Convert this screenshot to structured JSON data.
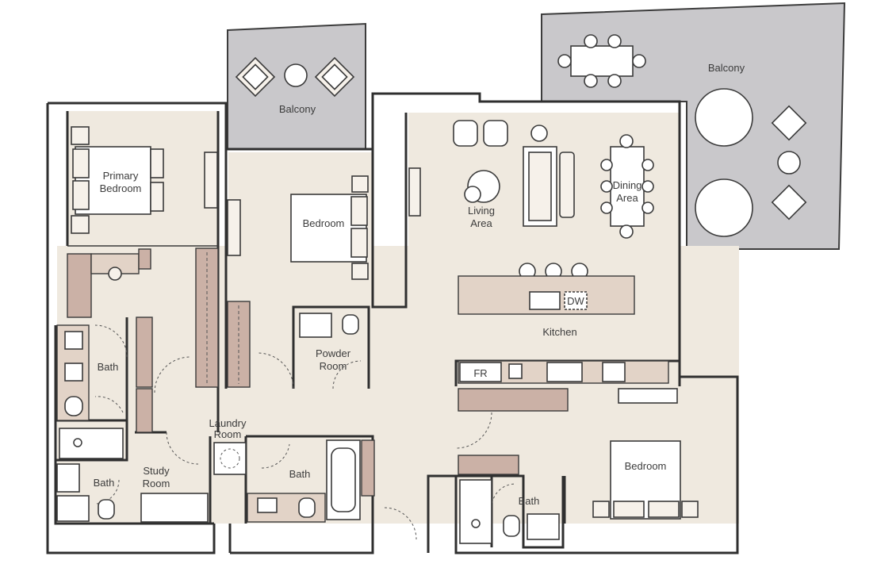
{
  "rooms": {
    "balcony_small": "Balcony",
    "balcony_large": "Balcony",
    "primary_bedroom": [
      "Primary",
      "Bedroom"
    ],
    "bedroom_middle": "Bedroom",
    "living_area": [
      "Living",
      "Area"
    ],
    "dining_area": [
      "Dining",
      "Area"
    ],
    "kitchen": "Kitchen",
    "bath_left": "Bath",
    "powder_room": [
      "Powder",
      "Room"
    ],
    "laundry_room": [
      "Laundry",
      "Room"
    ],
    "study_room": [
      "Study",
      "Room"
    ],
    "bath_bottom_left": "Bath",
    "bath_center": "Bath",
    "bath_right": "Bath",
    "bedroom_right": "Bedroom"
  },
  "appliances": {
    "fridge": "FR",
    "dishwasher": "DW"
  },
  "colors": {
    "floor": "#efe9df",
    "balcony": "#c9c8cb",
    "cabinet": "#cbb1a6",
    "wall": "#2f2f2f"
  }
}
